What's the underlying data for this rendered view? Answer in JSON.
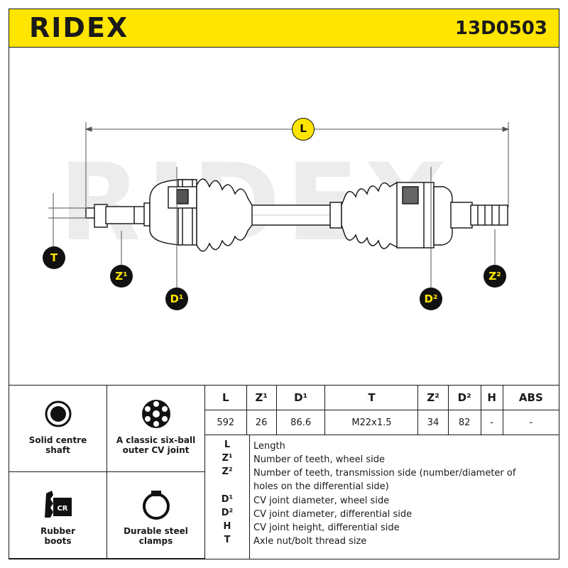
{
  "header": {
    "logo": "RIDEX",
    "part_number": "13D0503"
  },
  "drawing": {
    "watermark": "RIDEX",
    "markers": {
      "L": "L",
      "T": "T",
      "Z1": "Z¹",
      "D1": "D¹",
      "D2": "D²",
      "Z2": "Z²"
    }
  },
  "features": [
    {
      "label": "Solid centre shaft",
      "icon": "solid-shaft-icon"
    },
    {
      "label": "A classic six-ball outer CV joint",
      "icon": "six-ball-joint-icon"
    },
    {
      "label": "Rubber boots",
      "icon": "rubber-boot-icon",
      "icon_text": "CR"
    },
    {
      "label": "Durable steel clamps",
      "icon": "steel-clamp-icon"
    }
  ],
  "spec_table": {
    "headers": [
      "L",
      "Z¹",
      "D¹",
      "T",
      "Z²",
      "D²",
      "H",
      "ABS"
    ],
    "values": [
      "592",
      "26",
      "86.6",
      "M22x1.5",
      "34",
      "82",
      "-",
      "-"
    ]
  },
  "legend": [
    {
      "sym": "L",
      "text": "Length"
    },
    {
      "sym": "Z¹",
      "text": "Number of teeth, wheel side"
    },
    {
      "sym": "Z²",
      "text": "Number of teeth, transmission side (number/diameter of holes on the differential side)"
    },
    {
      "sym": "D¹",
      "text": "CV joint diameter, wheel side"
    },
    {
      "sym": "D²",
      "text": "CV joint diameter, differential side"
    },
    {
      "sym": "H",
      "text": "CV joint height, differential side"
    },
    {
      "sym": "T",
      "text": "Axle nut/bolt thread size"
    }
  ],
  "colors": {
    "brand_yellow": "#FFE500",
    "ink": "#1a1a1a"
  }
}
